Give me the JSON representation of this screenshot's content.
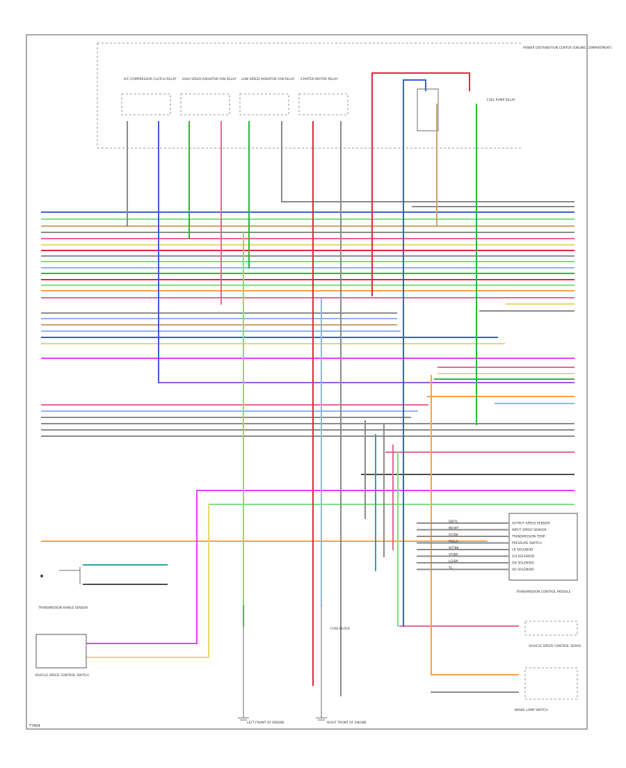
{
  "figure_id": "T7804",
  "colors": {
    "blue": "#3b5cd6",
    "green": "#2db53a",
    "light_green": "#7fe07f",
    "red": "#e8243a",
    "pink": "#f06292",
    "orange": "#f5a24a",
    "yellow": "#e8d86a",
    "gray": "#8a8a8a",
    "dark_gray": "#4a4a4a",
    "magenta": "#e040fb",
    "violet": "#9b59d6",
    "teal": "#26a69a",
    "light_blue": "#8fb4f0",
    "tan": "#c8a46a"
  },
  "top_modules": [
    {
      "name": "A/C COMPRESSOR CLUTCH RELAY"
    },
    {
      "name": "HIGH SPEED RADIATOR FAN RELAY"
    },
    {
      "name": "LOW SPEED RADIATOR FAN RELAY"
    },
    {
      "name": "STARTER MOTOR RELAY"
    },
    {
      "name": "FUEL PUMP RELAY"
    }
  ],
  "top_right_label": "POWER DISTRIBUTION CENTER (ENGINE COMPARTMENT)",
  "right_modules": [
    {
      "name": "TRANSMISSION CONTROL MODULE"
    },
    {
      "name": "VEHICLE SPEED CONTROL SERVO"
    },
    {
      "name": "BRAKE LAMP SWITCH"
    }
  ],
  "bottom_labels": {
    "left_module": "VEHICLE SPEED CONTROL SWITCH",
    "left_sub": "TRANSMISSION RANGE SENSOR",
    "ground_left": "LEFT FRONT OF ENGINE",
    "ground_right": "RIGHT FRONT OF ENGINE",
    "fuse_box": "FUSE BLOCK"
  },
  "tcm_pins": [
    {
      "wire": "DB/YL",
      "label": "OUTPUT SPEED SENSOR"
    },
    {
      "wire": "BK/WT",
      "label": "INPUT SPEED SENSOR"
    },
    {
      "wire": "GY/BK",
      "label": "TRANSMISSION TEMP"
    },
    {
      "wire": "RD/LG",
      "label": "PRESSURE SWITCH"
    },
    {
      "wire": "WT/BK",
      "label": "LR SOLENOID"
    },
    {
      "wire": "VT/BK",
      "label": "2/4 SOLENOID"
    },
    {
      "wire": "LG/BK",
      "label": "OD SOLENOID"
    },
    {
      "wire": "YL",
      "label": "UD SOLENOID"
    }
  ]
}
